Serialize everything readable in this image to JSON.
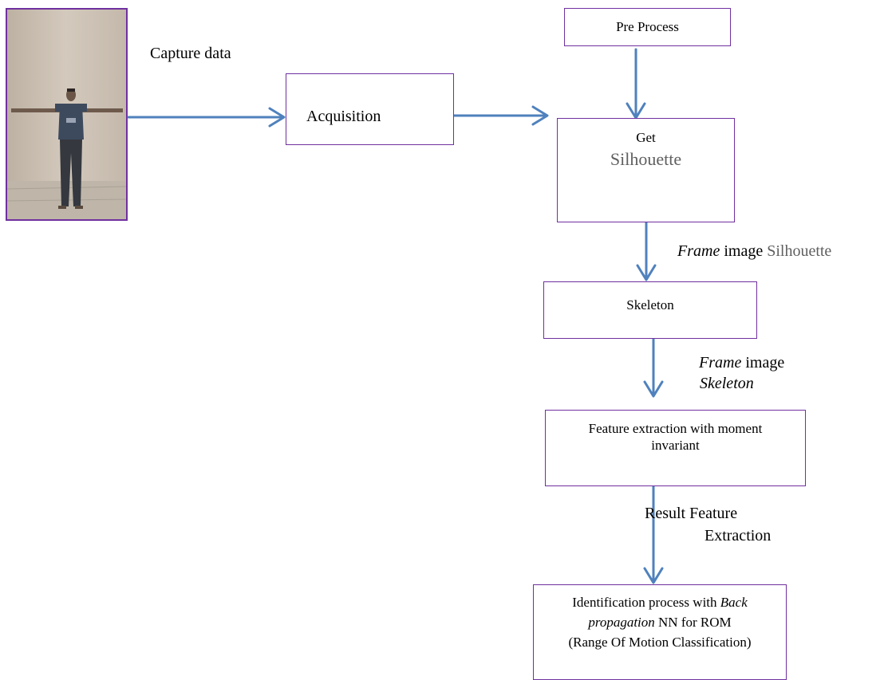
{
  "photo": {
    "description_icon": "person-standing-arms-outstretched"
  },
  "labels": {
    "capture_data": "Capture  data",
    "frame_silhouette_italic": "Frame",
    "frame_silhouette_mid": " image ",
    "frame_silhouette_gray": "Silhouette",
    "frame_skeleton_line1_italic": "Frame",
    "frame_skeleton_line1_rest": " image",
    "frame_skeleton_line2_italic": "Skeleton",
    "result_line1": "Result Feature",
    "result_line2": "Extraction"
  },
  "nodes": {
    "acquisition": "Acquisition",
    "preprocess": "Pre Process",
    "get": "Get",
    "silhouette": "Silhouette",
    "skeleton": "Skeleton",
    "feature_line1": "Feature extraction with moment",
    "feature_line2": "invariant",
    "ident_line1": "Identification process with ",
    "ident_line1_italic": "Back",
    "ident_line2_italic": "propagation",
    "ident_line2_rest": " NN for ROM",
    "ident_line3": "(Range Of Motion Classification)"
  },
  "colors": {
    "arrow": "#4f81bd",
    "box_border": "#7030a0"
  }
}
